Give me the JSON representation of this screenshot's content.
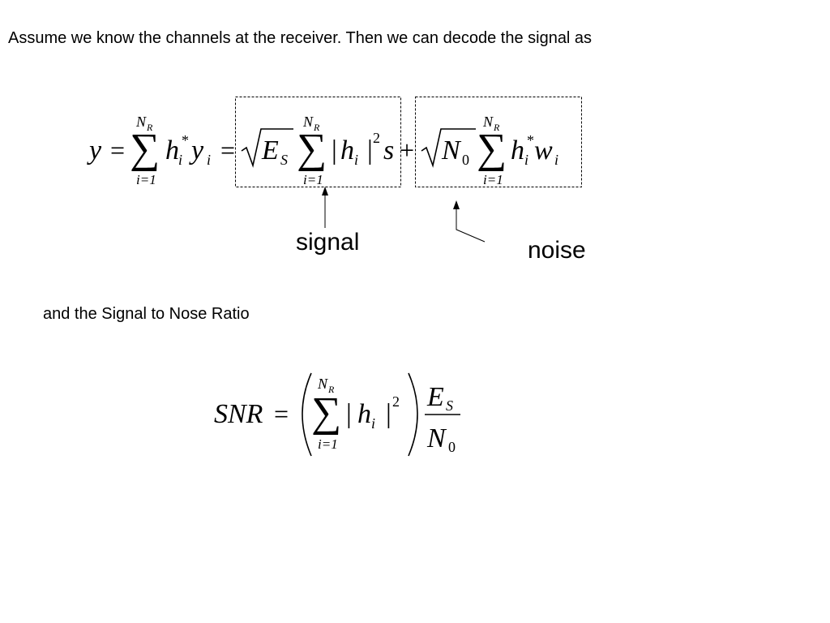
{
  "slide": {
    "intro_text": "Assume we know the channels at the receiver. Then we can decode the signal as",
    "signal_label": "signal",
    "noise_label": "noise",
    "snr_intro_text": "and the Signal to Nose Ratio"
  },
  "equations": {
    "decoder": {
      "y": "y",
      "equals": "=",
      "sum_upper_N": "N",
      "sum_upper_sub": "R",
      "sum_lower": "i=1",
      "h": "h",
      "conj": "*",
      "sub_i": "i",
      "y_var": "y",
      "E": "E",
      "E_sub": "S",
      "abs_bar": "|",
      "square": "2",
      "s": "s",
      "plus": "+",
      "N0": "N",
      "N0_sub": "0",
      "w": "w"
    },
    "snr": {
      "lhs": "SNR",
      "equals": "=",
      "sum_upper_N": "N",
      "sum_upper_sub": "R",
      "sum_lower": "i=1",
      "abs_bar": "|",
      "h": "h",
      "sub_i": "i",
      "square": "2",
      "num": "E",
      "num_sub": "S",
      "den": "N",
      "den_sub": "0"
    }
  }
}
